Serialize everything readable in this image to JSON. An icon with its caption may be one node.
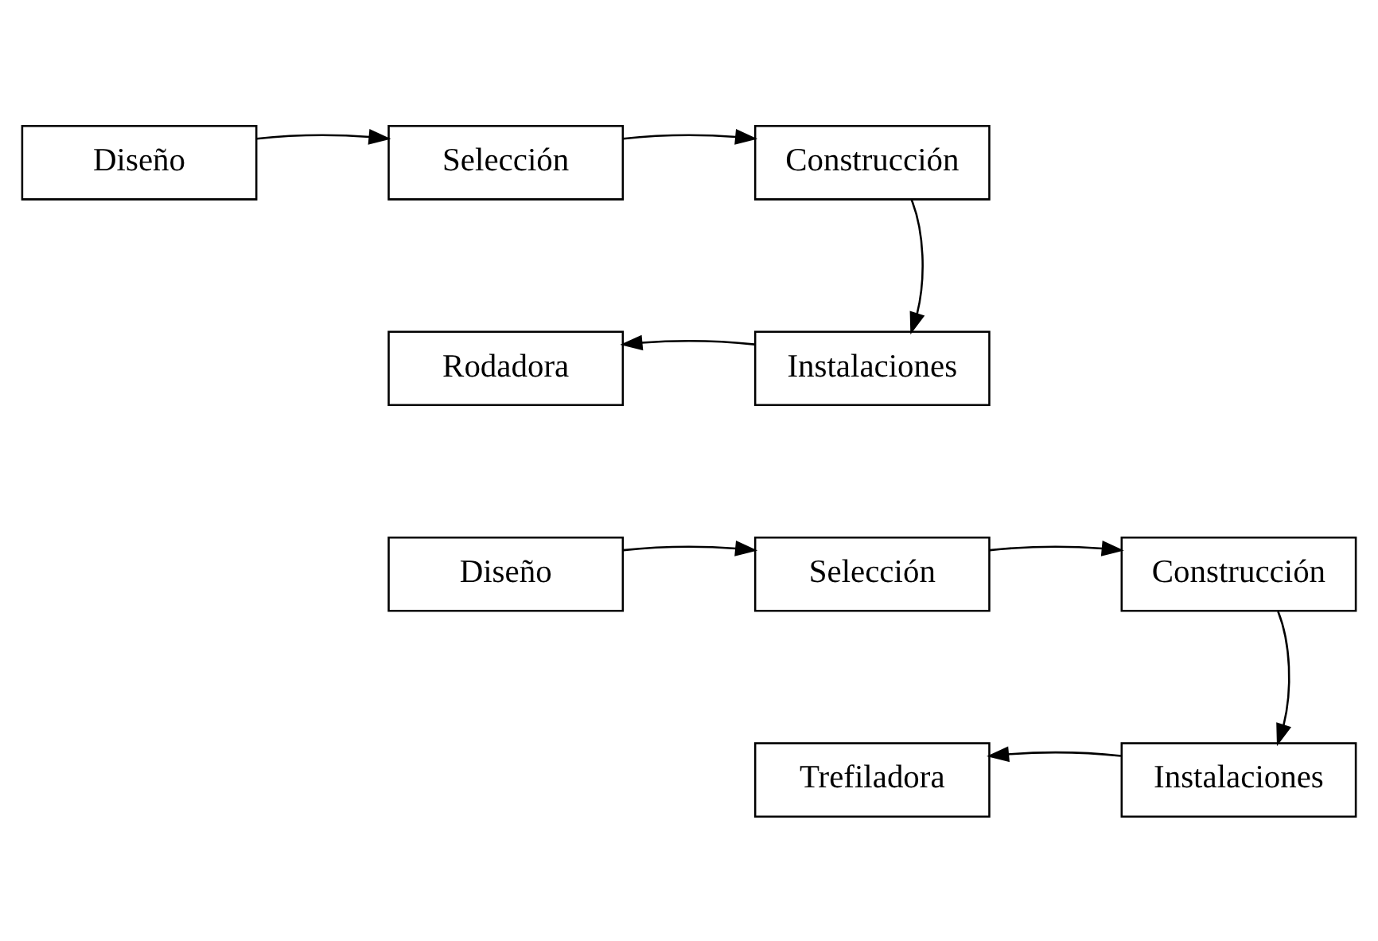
{
  "diagram": {
    "nodes": [
      {
        "text": [
          "Diseño"
        ]
      },
      {
        "text": [
          "Selección"
        ]
      },
      {
        "text": [
          "Construcción"
        ]
      },
      {
        "text": [
          "Instalaciones"
        ]
      },
      {
        "text": [
          "Rodadora"
        ]
      },
      {
        "text": [
          "Diseño"
        ]
      },
      {
        "text": [
          "Selección"
        ]
      },
      {
        "text": [
          "Construcción"
        ]
      },
      {
        "text": [
          "Instalaciones"
        ]
      },
      {
        "text": [
          "Trefiladora"
        ]
      }
    ],
    "edges": [
      {
        "from": 0,
        "to": 1,
        "arrow": "to"
      },
      {
        "from": 1,
        "to": 2,
        "arrow": "to"
      },
      {
        "from": 2,
        "to": 3,
        "arrow": "to"
      },
      {
        "from": 3,
        "to": 4,
        "arrow": "to"
      },
      {
        "from": 5,
        "to": 6,
        "arrow": "to"
      },
      {
        "from": 6,
        "to": 7,
        "arrow": "to"
      },
      {
        "from": 7,
        "to": 8,
        "arrow": "to"
      },
      {
        "from": 8,
        "to": 9,
        "arrow": "to"
      }
    ]
  }
}
